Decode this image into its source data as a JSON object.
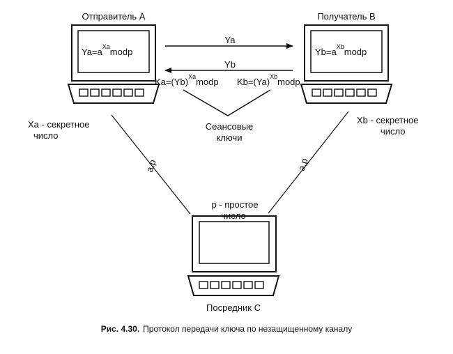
{
  "nodes": {
    "sender": {
      "title": "Отправитель А",
      "formula_base": "Ya=a",
      "formula_exp": "Xa",
      "formula_tail": "modp",
      "secret_line1": "Xa - секретное",
      "secret_line2": "число"
    },
    "receiver": {
      "title": "Получатель В",
      "formula_base": "Yb=a",
      "formula_exp": "Xb",
      "formula_tail": "modp",
      "secret_line1": "Xb - секретное",
      "secret_line2": "число"
    },
    "intermediary": {
      "title": "Посредник С",
      "note_line1": "р - простое",
      "note_line2": "число"
    }
  },
  "messages": {
    "to_receiver": "Ya",
    "to_sender": "Yb"
  },
  "keys": {
    "ka_base": "Ka=(Yb)",
    "ka_exp": "Xa",
    "ka_tail": "modp",
    "kb_base": "Kb=(Ya)",
    "kb_exp": "Xb",
    "kb_tail": "modp",
    "label_line1": "Сеансовые",
    "label_line2": "ключи"
  },
  "links": {
    "left": "a,p",
    "right": "a,p"
  },
  "caption": {
    "number": "Рис. 4.30.",
    "text": "Протокол передачи ключа по незащищенному каналу"
  }
}
